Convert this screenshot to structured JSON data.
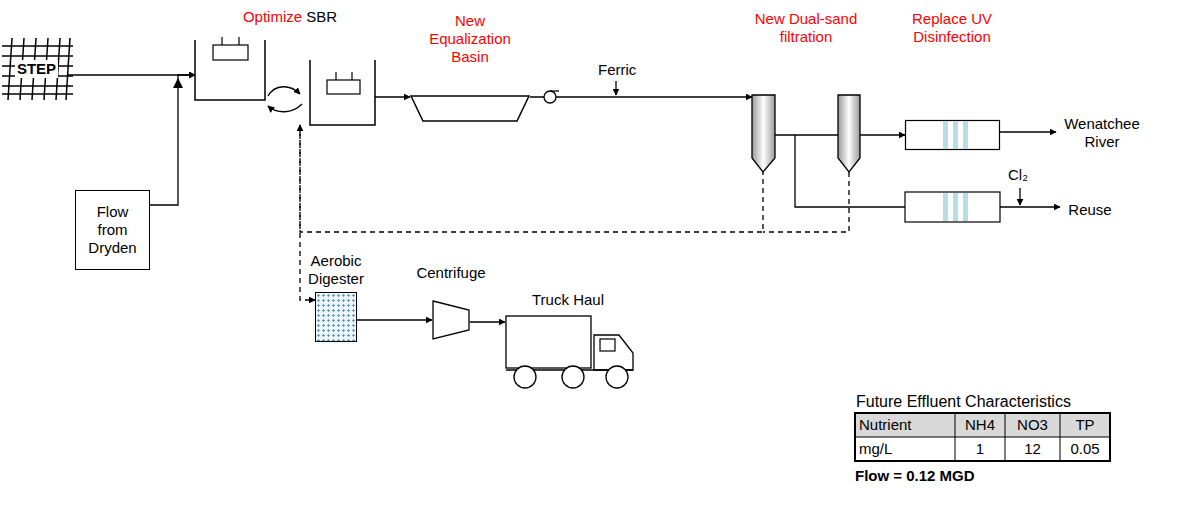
{
  "diagram": {
    "nodes": [
      {
        "text": [
          "STEP"
        ]
      },
      {
        "text": [
          "Flow from Dryden"
        ]
      },
      {
        "text": [
          "Optimize",
          "SBR"
        ]
      },
      {
        "text": [
          "New Equalization Basin"
        ]
      },
      {
        "text": [
          "New Dual-sand filtration"
        ]
      },
      {
        "text": [
          "Replace UV Disinfection"
        ]
      },
      {
        "text": [
          "Wenatchee River"
        ]
      },
      {
        "text": [
          "Reuse"
        ]
      },
      {
        "text": [
          "Aerobic Digester"
        ]
      },
      {
        "text": [
          "Centrifuge"
        ]
      },
      {
        "text": [
          "Truck Haul"
        ]
      }
    ],
    "edges": [
      {
        "from": 0,
        "to": 2,
        "arrow": "to"
      },
      {
        "from": 1,
        "to": 2,
        "arrow": "to"
      },
      {
        "from": 2,
        "to": 3,
        "arrow": "to"
      },
      {
        "from": 3,
        "to": 4,
        "arrow": "to"
      },
      {
        "from": 4,
        "to": 5,
        "arrow": "to"
      },
      {
        "from": 5,
        "to": 6,
        "arrow": "to"
      },
      {
        "from": 4,
        "to": 7,
        "arrow": "to"
      },
      {
        "from": 4,
        "to": 2,
        "arrow": "to"
      },
      {
        "from": 2,
        "to": 8,
        "arrow": "to"
      },
      {
        "from": 8,
        "to": 9,
        "arrow": "to"
      },
      {
        "from": 9,
        "to": 10,
        "arrow": "to"
      }
    ],
    "labels": [
      "Ferric",
      "Cl₂",
      "Future Effluent Characteristics",
      "Nutrient",
      "NH4",
      "NO3",
      "TP",
      "mg/L",
      "1",
      "12",
      "0.05",
      "Flow = 0.12 MGD"
    ]
  }
}
